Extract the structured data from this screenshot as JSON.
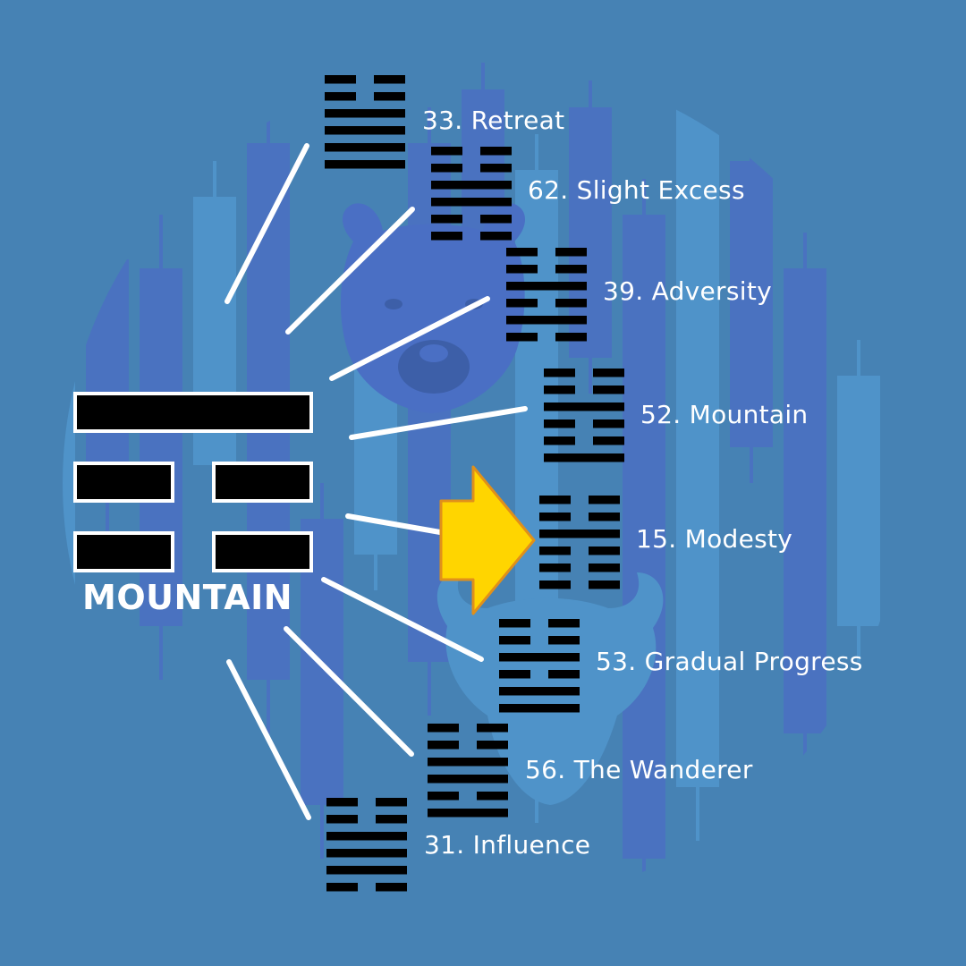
{
  "trigram": {
    "name": "MOUNTAIN",
    "lines": [
      "yang",
      "yin",
      "yin"
    ]
  },
  "hexagrams": [
    {
      "id": "hex-33",
      "label": "33. Retreat",
      "lines": [
        "yang",
        "yang",
        "yang",
        "yang",
        "yin",
        "yin"
      ],
      "highlighted": false
    },
    {
      "id": "hex-62",
      "label": "62. Slight Excess",
      "lines": [
        "yin",
        "yin",
        "yang",
        "yang",
        "yin",
        "yin"
      ],
      "highlighted": false
    },
    {
      "id": "hex-39",
      "label": "39. Adversity",
      "lines": [
        "yin",
        "yang",
        "yin",
        "yang",
        "yin",
        "yin"
      ],
      "highlighted": false
    },
    {
      "id": "hex-52",
      "label": "52. Mountain",
      "lines": [
        "yang",
        "yin",
        "yin",
        "yang",
        "yin",
        "yin"
      ],
      "highlighted": false
    },
    {
      "id": "hex-15",
      "label": "15. Modesty",
      "lines": [
        "yin",
        "yin",
        "yin",
        "yang",
        "yin",
        "yin"
      ],
      "highlighted": true
    },
    {
      "id": "hex-53",
      "label": "53. Gradual Progress",
      "lines": [
        "yang",
        "yang",
        "yin",
        "yang",
        "yin",
        "yin"
      ],
      "highlighted": false
    },
    {
      "id": "hex-56",
      "label": "56. The Wanderer",
      "lines": [
        "yang",
        "yin",
        "yang",
        "yang",
        "yin",
        "yin"
      ],
      "highlighted": false
    },
    {
      "id": "hex-31",
      "label": "31. Influence",
      "lines": [
        "yin",
        "yang",
        "yang",
        "yang",
        "yin",
        "yin"
      ],
      "highlighted": false
    }
  ],
  "colors": {
    "background": "#4682b4",
    "candle": "#4a72c0",
    "candle_light": "#4f93c9",
    "connector": "#ffffff",
    "line_fill": "#000000",
    "highlight_arrow": "#ffd500",
    "highlight_arrow_border": "#e0901a",
    "bear_icon": "#4a6fc4",
    "bull_icon": "#4f93c9"
  },
  "icons": {
    "background_left": "bear-icon",
    "background_right": "bull-icon",
    "pointer": "arrow-right-icon"
  }
}
